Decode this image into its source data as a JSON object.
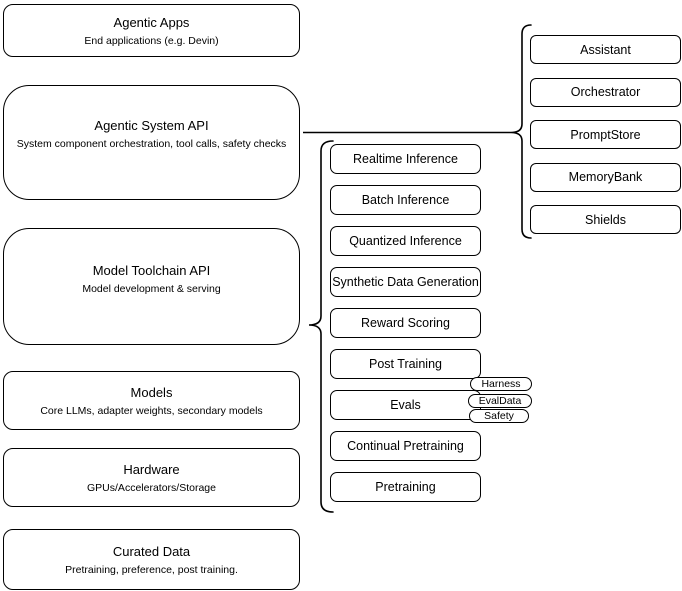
{
  "diagram": {
    "stack": [
      {
        "title": "Agentic Apps",
        "subtitle": "End applications (e.g. Devin)"
      },
      {
        "title": "Agentic System API",
        "subtitle": "System component orchestration, tool calls, safety checks"
      },
      {
        "title": "Model Toolchain API",
        "subtitle": "Model development & serving"
      },
      {
        "title": "Models",
        "subtitle": "Core LLMs, adapter weights, secondary models"
      },
      {
        "title": "Hardware",
        "subtitle": "GPUs/Accelerators/Storage"
      },
      {
        "title": "Curated Data",
        "subtitle": "Pretraining, preference, post training."
      }
    ],
    "toolchain": {
      "items": [
        "Realtime Inference",
        "Batch Inference",
        "Quantized Inference",
        "Synthetic Data Generation",
        "Reward Scoring",
        "Post Training",
        "Evals",
        "Continual Pretraining",
        "Pretraining"
      ]
    },
    "evals_tags": [
      "Harness",
      "EvalData",
      "Safety"
    ],
    "components": {
      "items": [
        "Assistant",
        "Orchestrator",
        "PromptStore",
        "MemoryBank",
        "Shields"
      ]
    },
    "colors": {
      "stroke": "#000000",
      "fill": "#ffffff",
      "text": "#000000",
      "background": "#ffffff"
    }
  }
}
